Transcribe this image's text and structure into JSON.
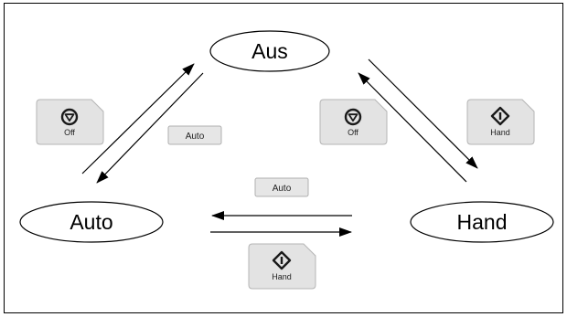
{
  "states": {
    "aus": "Aus",
    "auto": "Auto",
    "hand": "Hand"
  },
  "keys": {
    "off_left": "Off",
    "off_right": "Off",
    "hand_right": "Hand",
    "hand_bottom": "Hand"
  },
  "buttons": {
    "auto_upper": "Auto",
    "auto_middle": "Auto"
  },
  "colors": {
    "key_face": "#e3e3e3",
    "key_border": "#b5b5b5",
    "icon": "#1a1a1a"
  },
  "icons": {
    "off": "off-triangle-circle-icon",
    "hand": "hand-diamond-icon"
  }
}
